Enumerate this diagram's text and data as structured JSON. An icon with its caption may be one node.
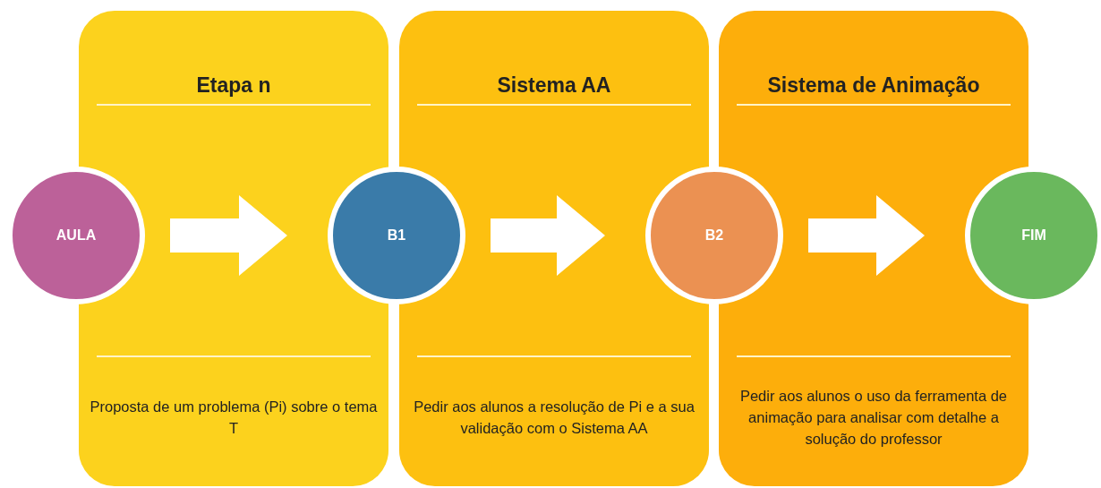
{
  "diagram": {
    "nodes": [
      {
        "text": [
          "Etapa n",
          "Proposta de um problema (Pi) sobre o tema T"
        ]
      },
      {
        "text": [
          "Sistema AA",
          "Pedir aos alunos a resolução de Pi e a sua validação com o Sistema AA"
        ]
      },
      {
        "text": [
          "Sistema de Animação",
          "Pedir aos alunos o uso da ferramenta de animação para analisar com detalhe a solução do professor"
        ]
      },
      {
        "text": [
          "AULA"
        ]
      },
      {
        "text": [
          "B1"
        ]
      },
      {
        "text": [
          "B2"
        ]
      },
      {
        "text": [
          "FIM"
        ]
      }
    ],
    "edges": [
      {
        "from": 3,
        "to": 4,
        "arrow": "to",
        "style": "thick"
      },
      {
        "from": 4,
        "to": 5,
        "arrow": "to",
        "style": "thick"
      },
      {
        "from": 5,
        "to": 6,
        "arrow": "to",
        "style": "thick"
      }
    ]
  }
}
